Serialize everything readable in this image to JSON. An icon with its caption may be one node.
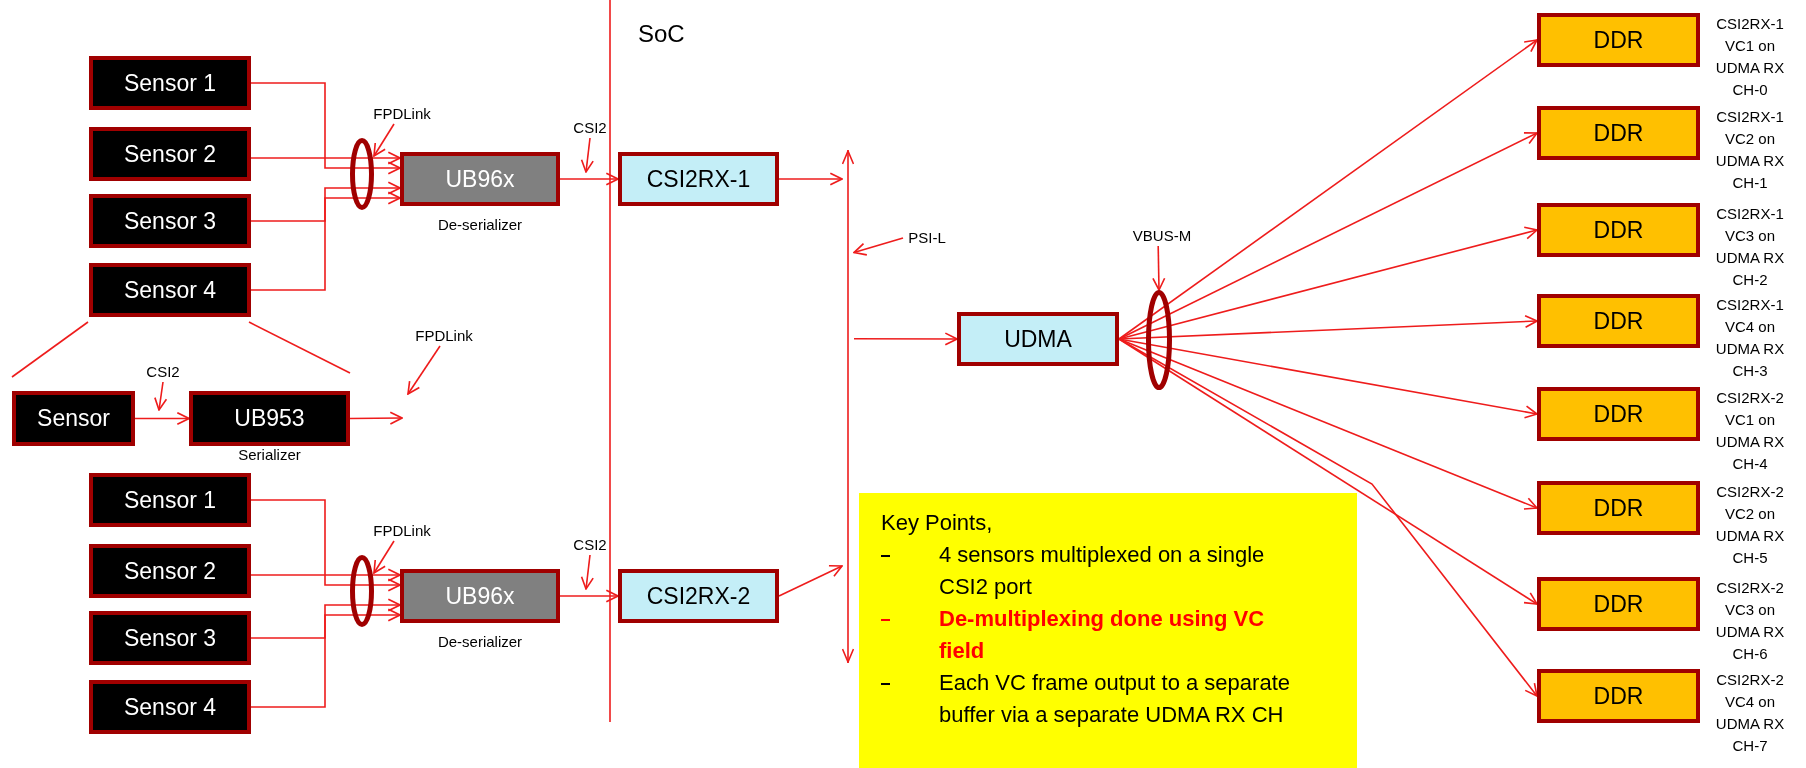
{
  "diagram": {
    "nodes": [
      {
        "text": [
          "Sensor 1"
        ]
      },
      {
        "text": [
          "Sensor 2"
        ]
      },
      {
        "text": [
          "Sensor 3"
        ]
      },
      {
        "text": [
          "Sensor 4"
        ]
      },
      {
        "text": [
          "FPDLink"
        ]
      },
      {
        "text": [],
        "shape": "ellipse"
      },
      {
        "text": [
          "UB96x"
        ],
        "beside": [
          "De-serializer"
        ]
      },
      {
        "text": [
          "CSI2"
        ]
      },
      {
        "text": [
          "CSI2RX-1"
        ]
      },
      {
        "text": [
          "Sensor"
        ]
      },
      {
        "text": [
          "CSI2"
        ]
      },
      {
        "text": [
          "UB953"
        ],
        "beside": [
          "Serializer"
        ]
      },
      {
        "text": [
          "FPDLink"
        ]
      },
      {
        "text": [
          "Sensor 1"
        ]
      },
      {
        "text": [
          "Sensor 2"
        ]
      },
      {
        "text": [
          "Sensor 3"
        ]
      },
      {
        "text": [
          "Sensor 4"
        ]
      },
      {
        "text": [
          "FPDLink"
        ]
      },
      {
        "text": [],
        "shape": "ellipse"
      },
      {
        "text": [
          "UB96x"
        ],
        "beside": [
          "De-serializer"
        ]
      },
      {
        "text": [
          "CSI2"
        ]
      },
      {
        "text": [
          "CSI2RX-2"
        ]
      },
      {
        "text": [],
        "shape": "bar"
      },
      {
        "text": [
          "PSI-L"
        ]
      },
      {
        "text": [
          "UDMA"
        ]
      },
      {
        "text": [
          "VBUS-M"
        ]
      },
      {
        "text": [],
        "shape": "ellipse"
      },
      {
        "text": [
          "DDR"
        ],
        "beside": [
          "CSI2RX-1 VC1 on UDMA RX CH-0"
        ]
      },
      {
        "text": [
          "DDR"
        ],
        "beside": [
          "CSI2RX-1 VC2 on UDMA RX CH-1"
        ]
      },
      {
        "text": [
          "DDR"
        ],
        "beside": [
          "CSI2RX-1 VC3 on UDMA RX CH-2"
        ]
      },
      {
        "text": [
          "DDR"
        ],
        "beside": [
          "CSI2RX-1 VC4 on UDMA RX CH-3"
        ]
      },
      {
        "text": [
          "DDR"
        ],
        "beside": [
          "CSI2RX-2 VC1 on UDMA RX CH-4"
        ]
      },
      {
        "text": [
          "DDR"
        ],
        "beside": [
          "CSI2RX-2 VC2 on UDMA RX CH-5"
        ]
      },
      {
        "text": [
          "DDR"
        ],
        "beside": [
          "CSI2RX-2 VC3 on UDMA RX CH-6"
        ]
      },
      {
        "text": [
          "DDR"
        ],
        "beside": [
          "CSI2RX-2 VC4 on UDMA RX CH-7"
        ]
      },
      {
        "text": [
          "Key Points,",
          "4 sensors multiplexed on a single CSI2 port",
          "De-multiplexing done using VC field",
          "Each VC frame output to a separate buffer via a separate UDMA RX CH"
        ]
      }
    ],
    "edges": [
      {
        "from": 0,
        "to": 6,
        "arrow": "to"
      },
      {
        "from": 1,
        "to": 6,
        "arrow": "to"
      },
      {
        "from": 2,
        "to": 6,
        "arrow": "to"
      },
      {
        "from": 3,
        "to": 6,
        "arrow": "to"
      },
      {
        "from": 4,
        "to": 5,
        "arrow": "to"
      },
      {
        "from": 6,
        "to": 8,
        "arrow": "to"
      },
      {
        "from": 7,
        "to": null,
        "arrow": "to"
      },
      {
        "from": 9,
        "to": 11,
        "arrow": "to"
      },
      {
        "from": 10,
        "to": null,
        "arrow": "to"
      },
      {
        "from": 11,
        "to": null,
        "arrow": "to"
      },
      {
        "from": 12,
        "to": null,
        "arrow": "to"
      },
      {
        "from": 13,
        "to": 19,
        "arrow": "to"
      },
      {
        "from": 14,
        "to": 19,
        "arrow": "to"
      },
      {
        "from": 15,
        "to": 19,
        "arrow": "to"
      },
      {
        "from": 16,
        "to": 19,
        "arrow": "to"
      },
      {
        "from": 17,
        "to": 18,
        "arrow": "to"
      },
      {
        "from": 19,
        "to": 21,
        "arrow": "to"
      },
      {
        "from": 20,
        "to": null,
        "arrow": "to"
      },
      {
        "from": 8,
        "to": 22,
        "arrow": "to"
      },
      {
        "from": 21,
        "to": 22,
        "arrow": "to"
      },
      {
        "from": 22,
        "to": 24,
        "arrow": "to"
      },
      {
        "from": 23,
        "to": 22,
        "arrow": "to"
      },
      {
        "from": 25,
        "to": 26,
        "arrow": "to"
      },
      {
        "from": 24,
        "to": 27,
        "arrow": "to"
      },
      {
        "from": 24,
        "to": 28,
        "arrow": "to"
      },
      {
        "from": 24,
        "to": 29,
        "arrow": "to"
      },
      {
        "from": 24,
        "to": 30,
        "arrow": "to"
      },
      {
        "from": 24,
        "to": 31,
        "arrow": "to"
      },
      {
        "from": 24,
        "to": 32,
        "arrow": "to"
      },
      {
        "from": 24,
        "to": 33,
        "arrow": "to"
      },
      {
        "from": 24,
        "to": 34,
        "arrow": "to"
      }
    ],
    "labels": [
      "SoC"
    ]
  }
}
